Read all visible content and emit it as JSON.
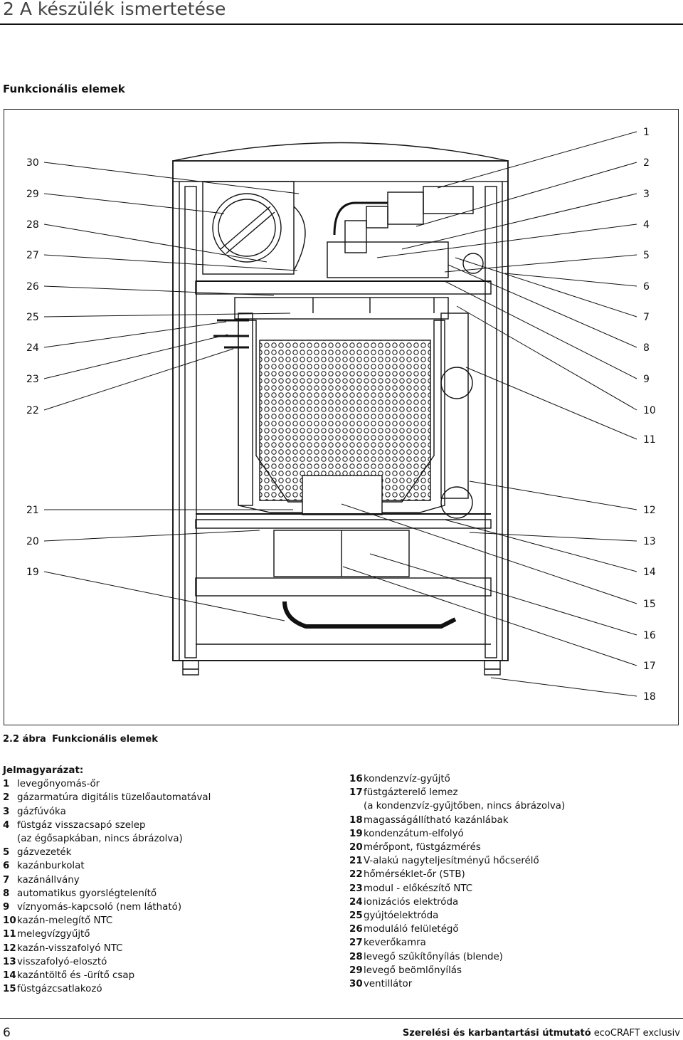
{
  "header": {
    "title": "2 A készülék ismertetése"
  },
  "subtitle": "Funkcionális elemek",
  "figure": {
    "caption_number": "2.2 ábra",
    "caption_text": "Funkcionális elemek",
    "left_callouts": [
      "30",
      "29",
      "28",
      "27",
      "26",
      "25",
      "24",
      "23",
      "22",
      "21",
      "20",
      "19"
    ],
    "right_callouts": [
      "1",
      "2",
      "3",
      "4",
      "5",
      "6",
      "7",
      "8",
      "9",
      "10",
      "11",
      "12",
      "13",
      "14",
      "15",
      "16",
      "17",
      "18"
    ]
  },
  "legend": {
    "title": "Jelmagyarázat:",
    "left": [
      {
        "num": "1",
        "text": "levegőnyomás-őr"
      },
      {
        "num": "2",
        "text": "gázarmatúra digitális tüzelőautomatával"
      },
      {
        "num": "3",
        "text": "gázfúvóka"
      },
      {
        "num": "4",
        "text": "füstgáz visszacsapó szelep"
      },
      {
        "num": "",
        "text": "(az égősapkában, nincs ábrázolva)"
      },
      {
        "num": "5",
        "text": "gázvezeték"
      },
      {
        "num": "6",
        "text": "kazánburkolat"
      },
      {
        "num": "7",
        "text": "kazánállvány"
      },
      {
        "num": "8",
        "text": "automatikus gyorslégtelenítő"
      },
      {
        "num": "9",
        "text": "víznyomás-kapcsoló (nem látható)"
      },
      {
        "num": "10",
        "text": "kazán-melegítő NTC"
      },
      {
        "num": "11",
        "text": "melegvízgyűjtő"
      },
      {
        "num": "12",
        "text": "kazán-visszafolyó NTC"
      },
      {
        "num": "13",
        "text": "visszafolyó-elosztó"
      },
      {
        "num": "14",
        "text": "kazántöltő és -ürítő csap"
      },
      {
        "num": "15",
        "text": "füstgázcsatlakozó"
      }
    ],
    "right": [
      {
        "num": "16",
        "text": "kondenzvíz-gyűjtő"
      },
      {
        "num": "17",
        "text": "füstgázterelő lemez"
      },
      {
        "num": "",
        "text": "(a kondenzvíz-gyűjtőben, nincs ábrázolva)"
      },
      {
        "num": "18",
        "text": "magasságállítható kazánlábak"
      },
      {
        "num": "19",
        "text": "kondenzátum-elfolyó"
      },
      {
        "num": "20",
        "text": "mérőpont, füstgázmérés"
      },
      {
        "num": "21",
        "text": "V-alakú nagyteljesítményű hőcserélő"
      },
      {
        "num": "22",
        "text": "hőmérséklet-őr (STB)"
      },
      {
        "num": "23",
        "text": "modul - előkészítő NTC"
      },
      {
        "num": "24",
        "text": "ionizációs elektróda"
      },
      {
        "num": "25",
        "text": "gyújtóelektróda"
      },
      {
        "num": "26",
        "text": "moduláló felületégő"
      },
      {
        "num": "27",
        "text": "keverőkamra"
      },
      {
        "num": "28",
        "text": "levegő szűkítőnyílás (blende)"
      },
      {
        "num": "29",
        "text": "levegő beömlőnyílás"
      },
      {
        "num": "30",
        "text": "ventillátor"
      }
    ]
  },
  "footer": {
    "page_number": "6",
    "manual_title": "Szerelési és karbantartási útmutató",
    "product": "ecoCRAFT exclusiv"
  }
}
